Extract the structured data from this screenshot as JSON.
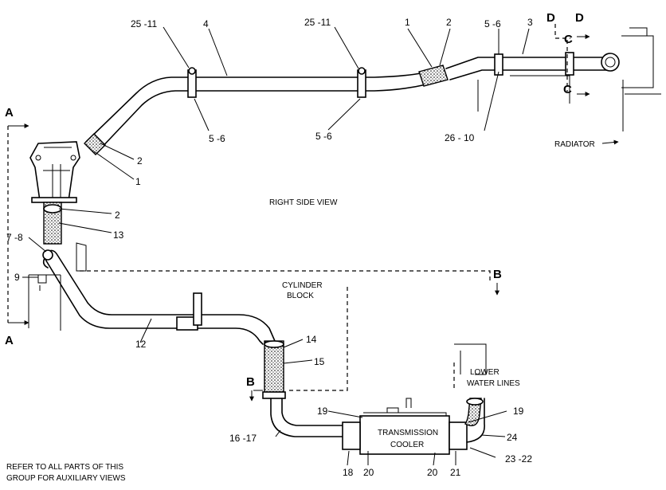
{
  "views": {
    "right_side_view": "RIGHT  SIDE  VIEW",
    "cylinder_block": [
      "CYLINDER",
      "BLOCK"
    ],
    "radiator": "RADIATOR",
    "lower_water_lines": [
      "LOWER",
      "WATER  LINES"
    ],
    "transmission_cooler": [
      "TRANSMISSION",
      "COOLER"
    ]
  },
  "note": [
    "REFER  TO  ALL  PARTS  OF  THIS",
    "GROUP  FOR  AUXILIARY  VIEWS"
  ],
  "section_markers": {
    "a_top": "A",
    "a_bottom": "A",
    "b_right": "B",
    "b_left": "B",
    "c_top": "C",
    "c_bottom": "C",
    "d_left": "D",
    "d_right": "D"
  },
  "callouts": {
    "c25_11_left": "25 -11",
    "c4": "4",
    "c25_11_right": "25  -11",
    "c1_top": "1",
    "c2_top": "2",
    "c5_6_top": "5 -6",
    "c3": "3",
    "c5_6_left": "5 -6",
    "c5_6_mid": "5 -6",
    "c26_10": "26  - 10",
    "c2_elbow": "2",
    "c1_elbow": "1",
    "c2_outlet": "2",
    "c13": "13",
    "c7_8": "7 -8",
    "c9": "9",
    "c12": "12",
    "c14": "14",
    "c15": "15",
    "c19_left": "19",
    "c19_right": "19",
    "c16_17": "16 -17",
    "c24": "24",
    "c23_22": "23  -22",
    "c18": "18",
    "c20_left": "20",
    "c20_right": "20",
    "c21": "21"
  }
}
